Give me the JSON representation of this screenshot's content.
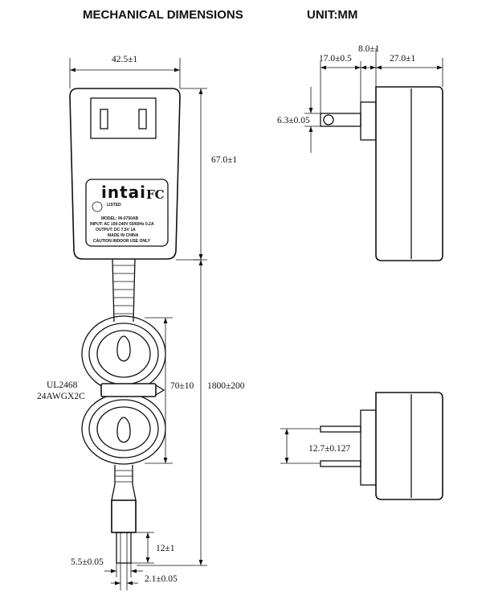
{
  "header": {
    "title": "MECHANICAL DIMENSIONS",
    "unit": "UNIT:MM"
  },
  "dimensions": {
    "width": "42.5±1",
    "height": "67.0±1",
    "cable_length": "1800±200",
    "coil_length": "70±10",
    "plug_length": "12±1",
    "plug_od": "5.5±0.05",
    "plug_id": "2.1±0.05",
    "pin_length": "17.0±0.5",
    "base_depth": "8.0±1",
    "body_depth": "27.0±1",
    "pin_diameter": "6.3±0.05",
    "pin_spacing": "12.7±0.127"
  },
  "cable_spec": {
    "line1": "UL2468",
    "line2": "24AWGX2C"
  },
  "label": {
    "brand": "intai",
    "fcc": "FC",
    "line1": "MODEL: IN-0750AB",
    "line2": "INPUT: AC 100-240V 50/60Hz 0.2A",
    "line3": "OUTPUT: DC 7.5V 1A",
    "line4": "MADE IN CHINA",
    "line5": "CAUTION:INDOOR USE ONLY"
  }
}
